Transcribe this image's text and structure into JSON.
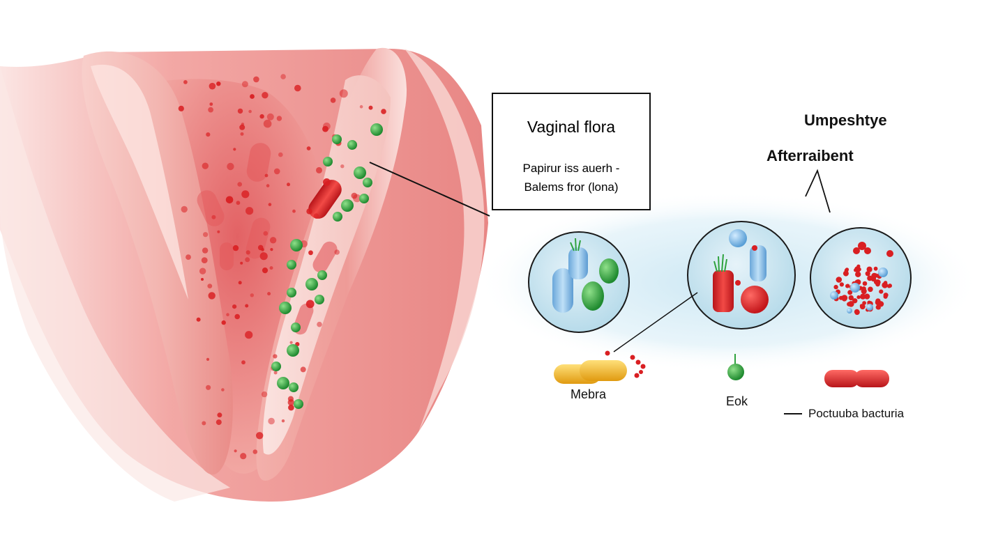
{
  "callout": {
    "title": "Vaginal flora",
    "line1": "Papirur iss auerh -",
    "line2": "Balems fror (lona)"
  },
  "right_labels": {
    "heading": "Umpeshtye",
    "subheading": "Afterraibent"
  },
  "legend": {
    "item1": "Mebra",
    "item2": "Eok",
    "item3": "Poctuuba bacturia"
  },
  "colors": {
    "tissue": "#e87c7c",
    "tissue_light": "#f6c3c0",
    "red_bacteria": "#d91f22",
    "green_bacteria": "#2ea23e",
    "blue_bacteria": "#7fb5e0",
    "yellow_bacteria": "#f0b21e",
    "circle_glow": "#bfe0ef"
  }
}
